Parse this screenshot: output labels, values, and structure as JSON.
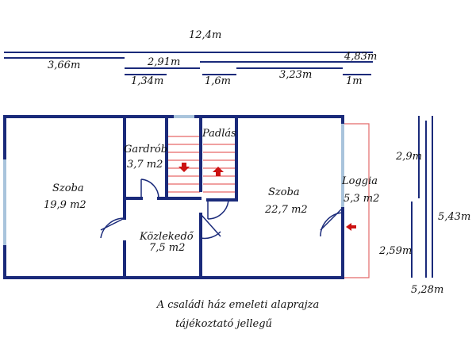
{
  "colors": {
    "wall": "#1a2a7a",
    "window": "#a9c4dc",
    "stairs": "#e04040",
    "arrow": "#cc1111",
    "loggia_outline": "#e36a6a",
    "text": "#111111"
  },
  "dimensions": {
    "total_width": "12,4m",
    "d_366": "3,66m",
    "d_291": "2,91m",
    "d_483": "4,83m",
    "d_134": "1,34m",
    "d_16": "1,6m",
    "d_323": "3,23m",
    "d_1": "1m",
    "d_29": "2,9m",
    "d_259": "2,59m",
    "d_543": "5,43m",
    "d_528": "5,28m"
  },
  "rooms": {
    "szoba_left": {
      "name": "Szoba",
      "area": "19,9 m2"
    },
    "gardrob": {
      "name": "Gardrób",
      "area": "3,7 m2"
    },
    "padlas": {
      "name": "Padlás"
    },
    "szoba_right": {
      "name": "Szoba",
      "area": "22,7 m2"
    },
    "loggia": {
      "name": "Loggia",
      "area": "5,3 m2"
    },
    "kozlekedo": {
      "name": "Közlekedő",
      "area": "7,5 m2"
    }
  },
  "caption": {
    "line1": "A családi ház emeleti alaprajza",
    "line2": "tájékoztató jellegű"
  }
}
